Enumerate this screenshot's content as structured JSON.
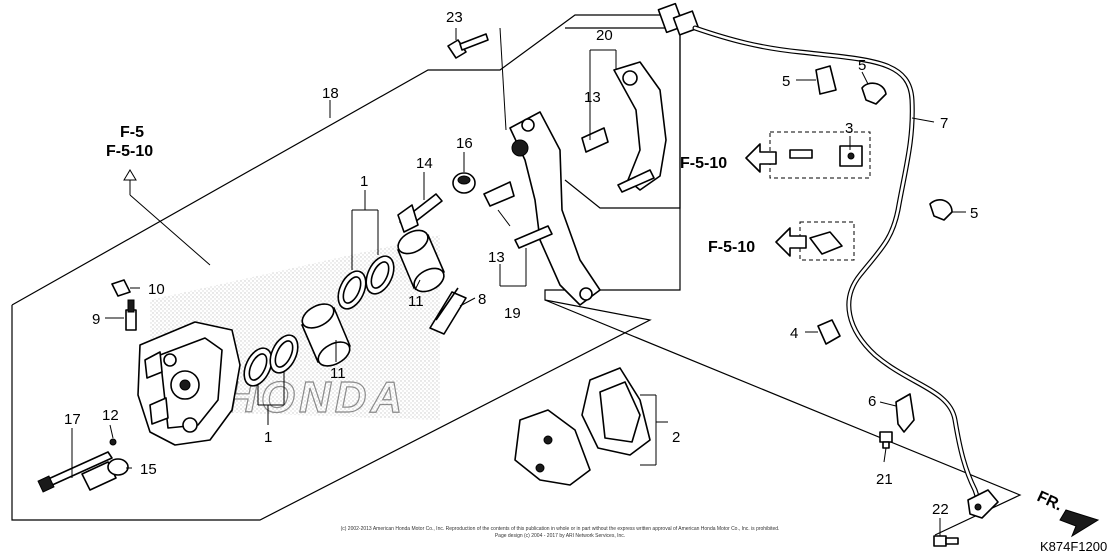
{
  "diagram": {
    "code": "K874F1200",
    "direction_label": "FR.",
    "copyright_line1": "(c) 2002-2013 American Honda Motor Co., Inc. Reproduction of the contents of this publication in whole or in part without the express written approval of American Honda Motor Co., Inc. is prohibited.",
    "copyright_line2": "Page design (c) 2004 - 2017 by ARI Network Services, Inc.",
    "watermark": "HONDA"
  },
  "refs": {
    "f5": "F-5",
    "f510": "F-5-10"
  },
  "callouts": {
    "p1": "1",
    "p2": "2",
    "p3": "3",
    "p4": "4",
    "p5": "5",
    "p6": "6",
    "p7": "7",
    "p8": "8",
    "p9": "9",
    "p10": "10",
    "p11": "11",
    "p12": "12",
    "p13": "13",
    "p14": "14",
    "p15": "15",
    "p16": "16",
    "p17": "17",
    "p18": "18",
    "p19": "19",
    "p20": "20",
    "p21": "21",
    "p22": "22",
    "p23": "23"
  }
}
